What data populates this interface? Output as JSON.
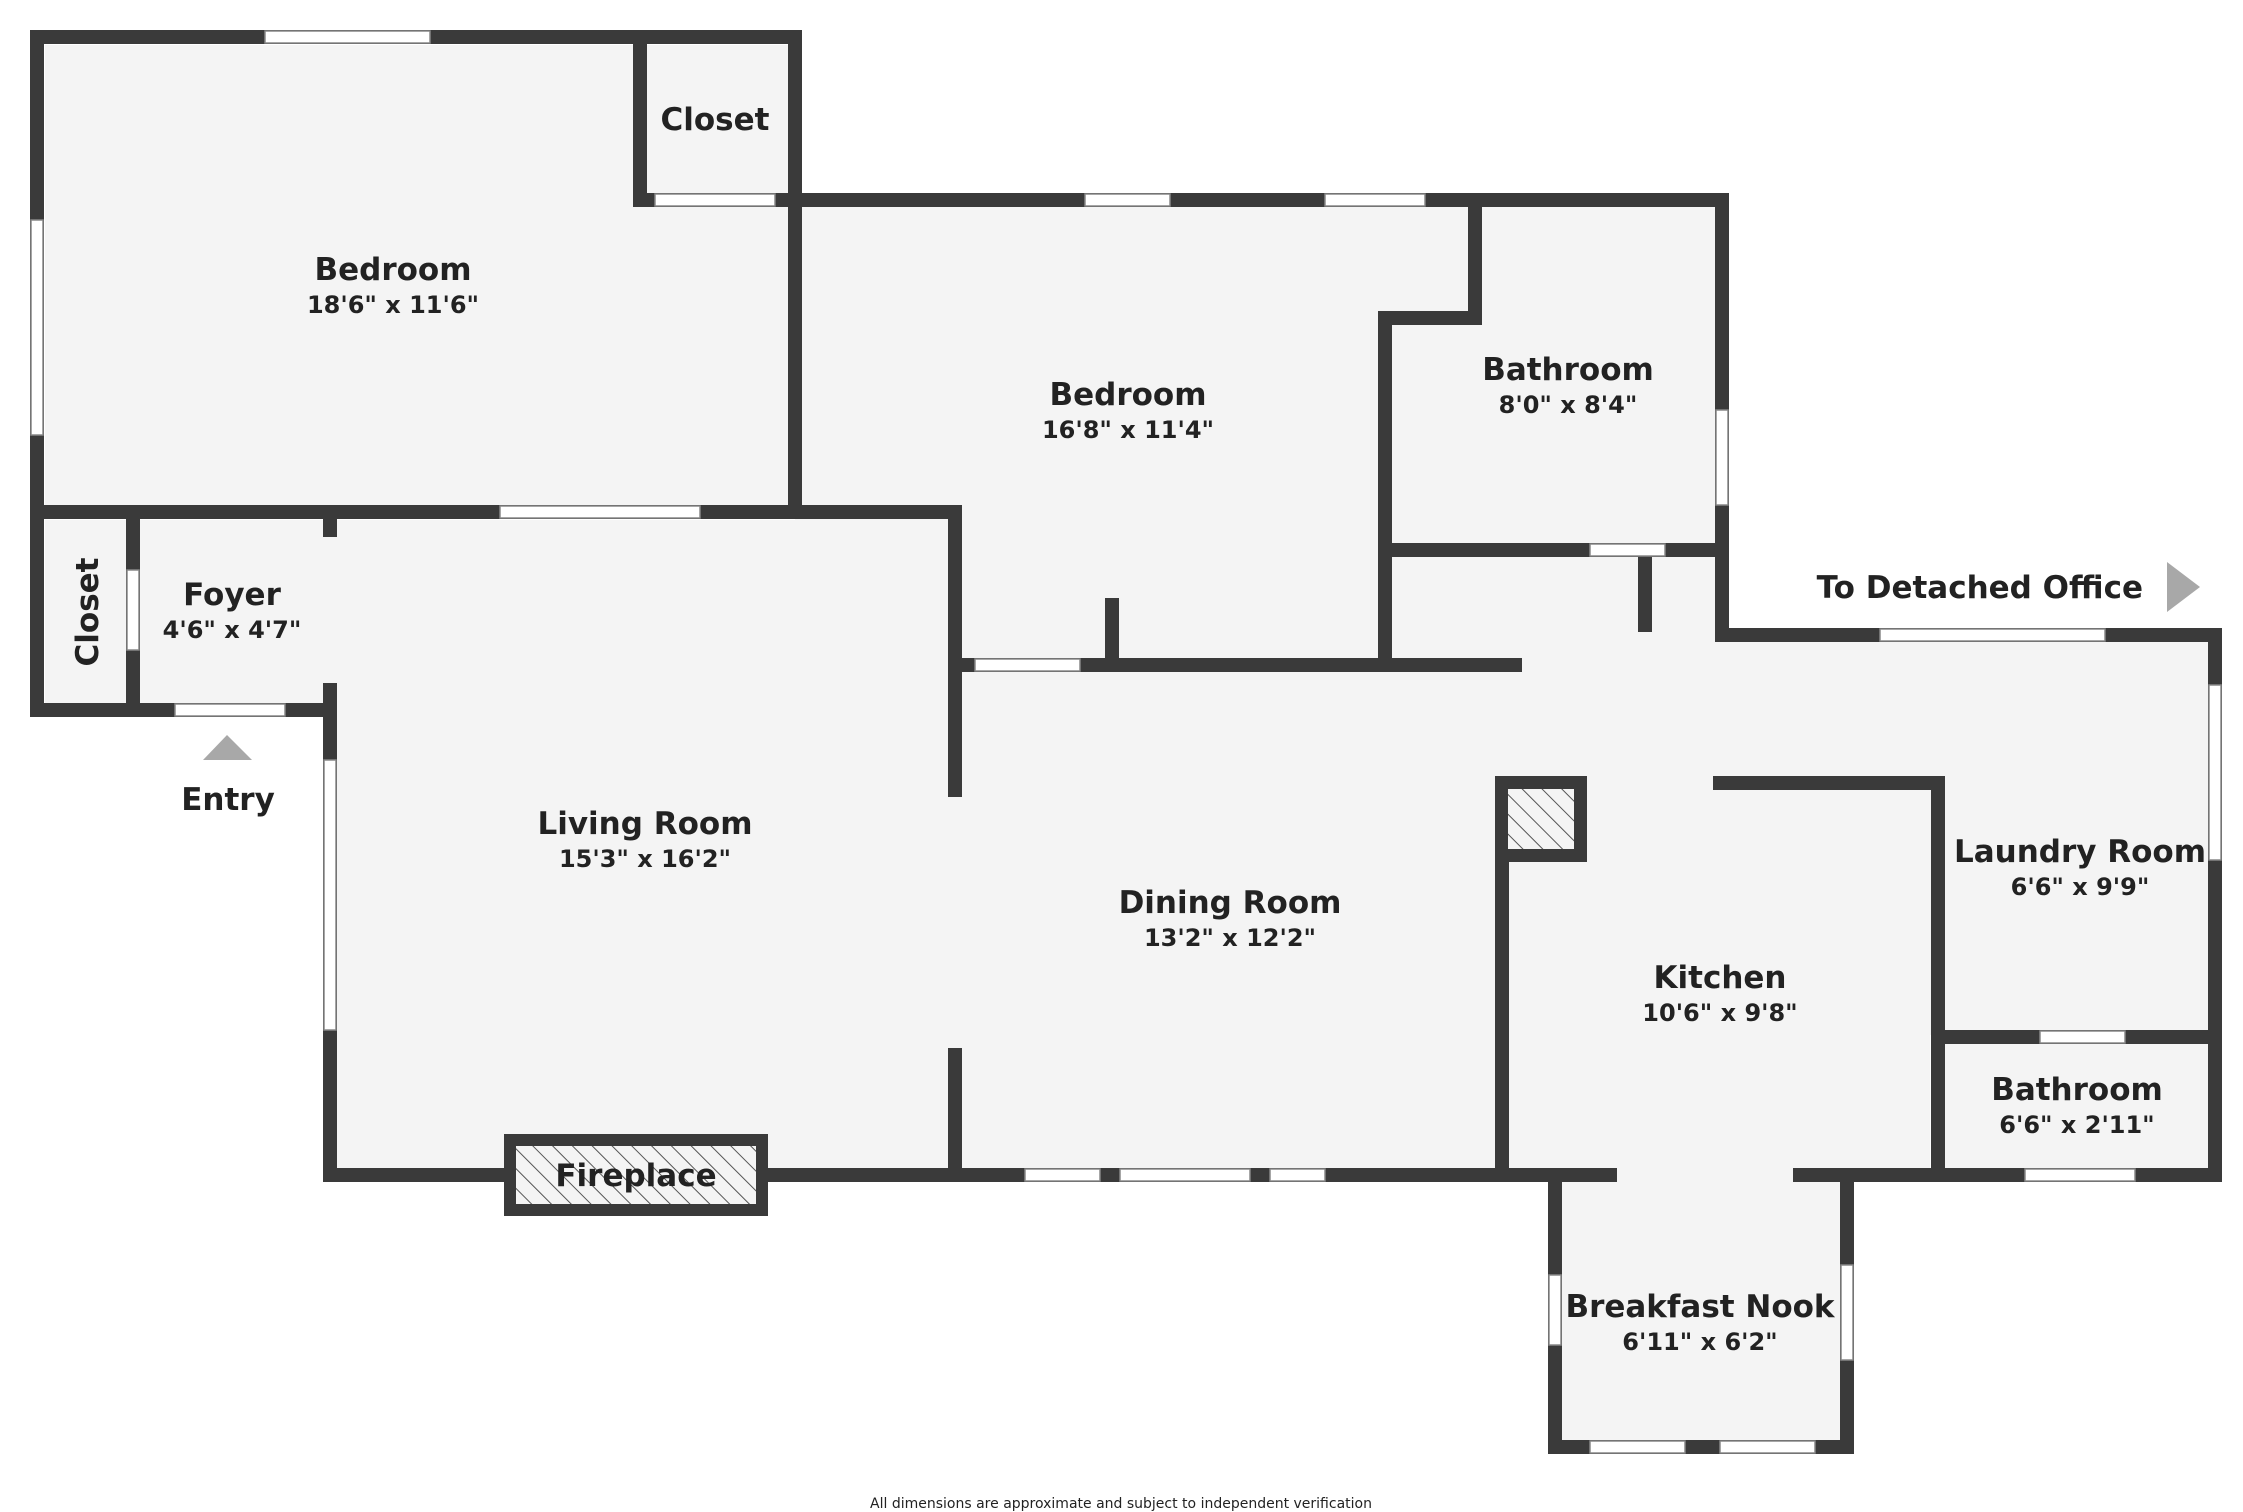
{
  "rooms": {
    "bedroom_1": {
      "name": "Bedroom",
      "dims": "18'6\" x 11'6\""
    },
    "closet_1": {
      "name": "Closet"
    },
    "bedroom_2": {
      "name": "Bedroom",
      "dims": "16'8\" x 11'4\""
    },
    "bathroom_1": {
      "name": "Bathroom",
      "dims": "8'0\" x 8'4\""
    },
    "closet_2": {
      "name": "Closet"
    },
    "foyer": {
      "name": "Foyer",
      "dims": "4'6\" x 4'7\""
    },
    "living_room": {
      "name": "Living Room",
      "dims": "15'3\" x 16'2\""
    },
    "dining_room": {
      "name": "Dining Room",
      "dims": "13'2\" x 12'2\""
    },
    "kitchen": {
      "name": "Kitchen",
      "dims": "10'6\" x 9'8\""
    },
    "laundry_room": {
      "name": "Laundry Room",
      "dims": "6'6\" x 9'9\""
    },
    "bathroom_2": {
      "name": "Bathroom",
      "dims": "6'6\" x 2'11\""
    },
    "breakfast_nook": {
      "name": "Breakfast Nook",
      "dims": "6'11\" x 6'2\""
    }
  },
  "labels": {
    "fireplace": "Fireplace",
    "entry": "Entry",
    "detached_office": "To Detached Office"
  },
  "footnote": "All dimensions are approximate and subject to independent verification",
  "colors": {
    "wall": "#3a3a3a",
    "floor": "#f4f4f4",
    "arrow": "#a8a8a8"
  }
}
